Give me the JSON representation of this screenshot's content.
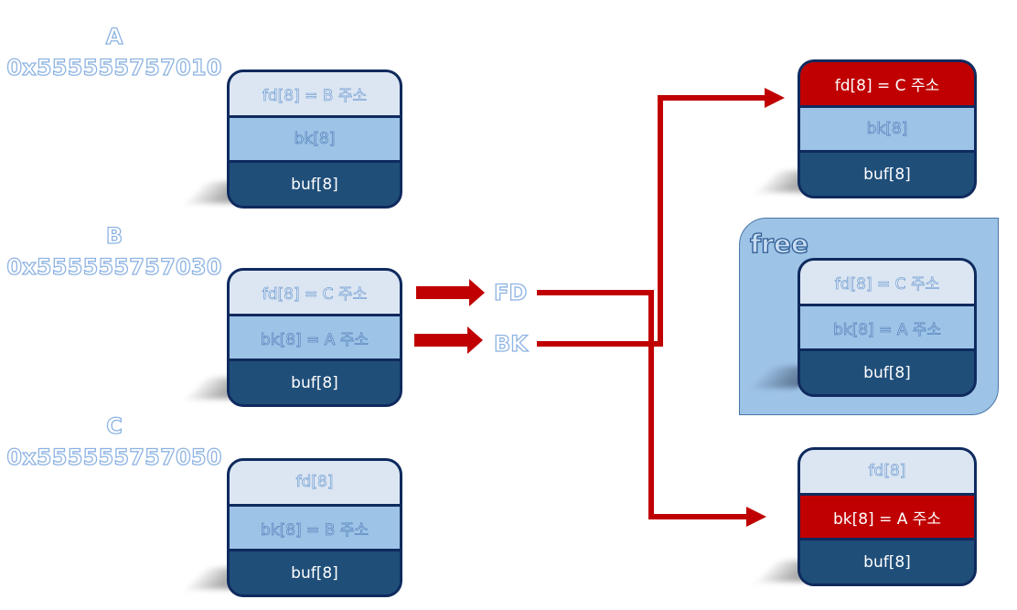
{
  "diagram": {
    "colors": {
      "highlight": "#c00000",
      "fd_row": "#dce6f2",
      "bk_row": "#9dc3e6",
      "buf_row": "#1f4e79",
      "border": "#0f2a5e",
      "free_area": "#9dc3e6",
      "label_outline": "#8db3e2"
    },
    "left_chunks": [
      {
        "name": "A",
        "address": "0x555555757010",
        "rows": [
          "fd[8] = B 주소",
          "bk[8]",
          "buf[8]"
        ]
      },
      {
        "name": "B",
        "address": "0x555555757030",
        "rows": [
          "fd[8] = C 주소",
          "bk[8] = A 주소",
          "buf[8]"
        ]
      },
      {
        "name": "C",
        "address": "0x555555757050",
        "rows": [
          "fd[8]",
          "bk[8] = B 주소",
          "buf[8]"
        ]
      }
    ],
    "pointer_labels": {
      "fd": "FD",
      "bk": "BK"
    },
    "right_chunks": {
      "top": {
        "rows": [
          "fd[8] = C 주소",
          "bk[8]",
          "buf[8]"
        ],
        "highlighted_row": 0
      },
      "freed": {
        "label": "free",
        "rows": [
          "fd[8] = C 주소",
          "bk[8] = A 주소",
          "buf[8]"
        ]
      },
      "bottom": {
        "rows": [
          "fd[8]",
          "bk[8] = A 주소",
          "buf[8]"
        ],
        "highlighted_row": 1
      }
    }
  }
}
